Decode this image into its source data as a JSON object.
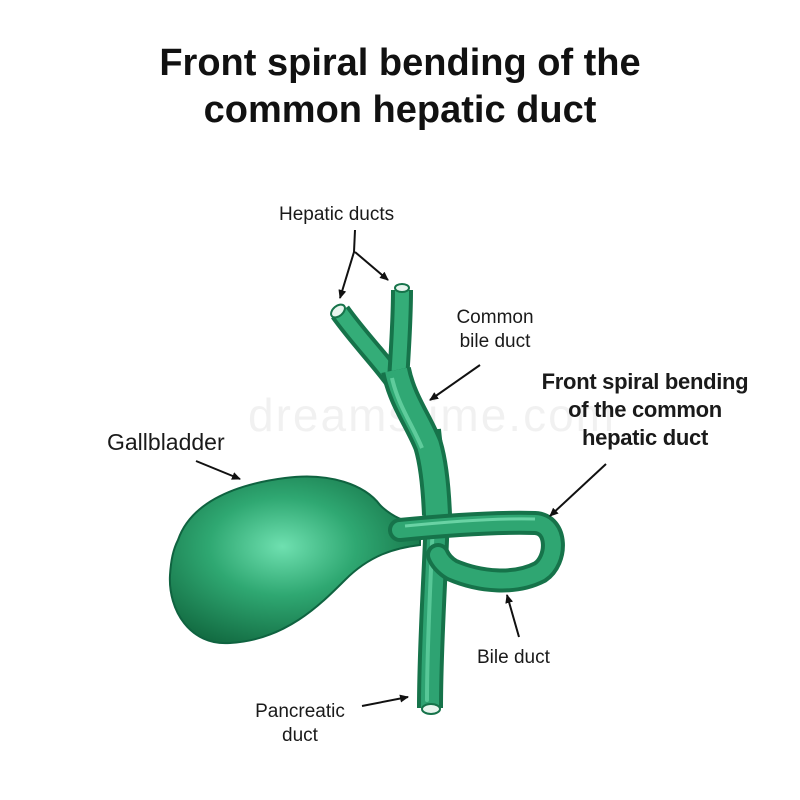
{
  "title": {
    "line1": "Front spiral bending of the",
    "line2": "common hepatic duct"
  },
  "labels": {
    "hepatic_ducts": "Hepatic ducts",
    "common_bile_duct_line1": "Common",
    "common_bile_duct_line2": "bile duct",
    "spiral_line1": "Front spiral bending",
    "spiral_line2": "of the common",
    "spiral_line3": "hepatic duct",
    "gallbladder": "Gallbladder",
    "bile_duct": "Bile duct",
    "pancreatic_line1": "Pancreatic",
    "pancreatic_line2": "duct"
  },
  "watermark": "dreamstime.com",
  "colors": {
    "organ_main": "#2a9a66",
    "organ_dark": "#14704a",
    "organ_light": "#5fd0a2",
    "arrow": "#111111"
  }
}
